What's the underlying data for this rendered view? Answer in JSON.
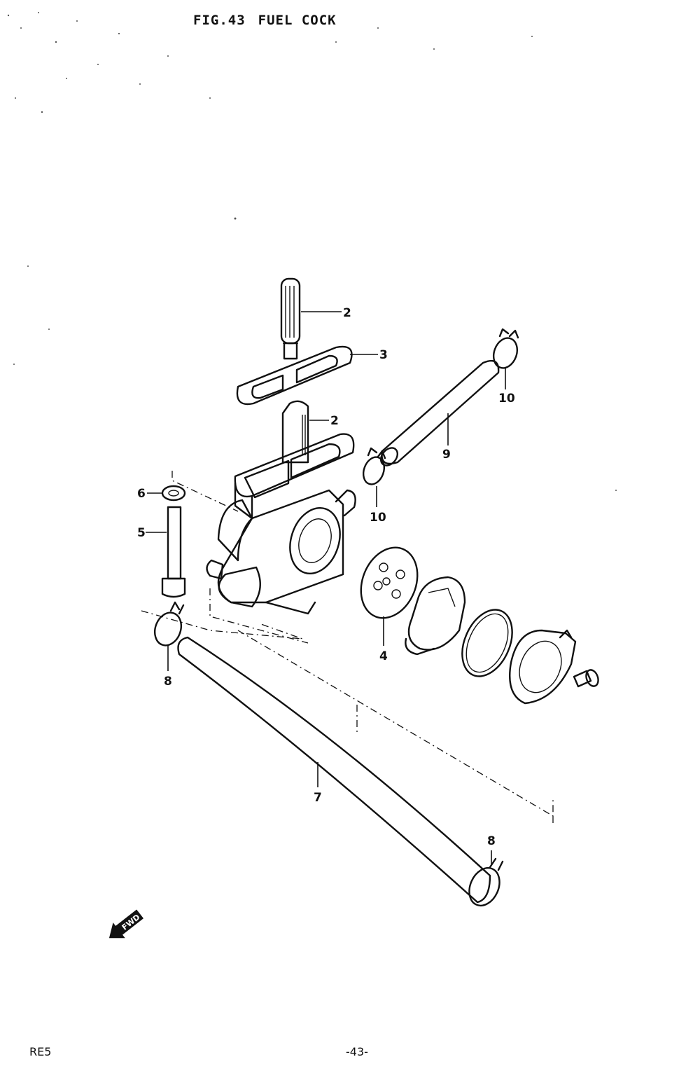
{
  "header": {
    "fig_label": "FIG.43",
    "title": "FUEL COCK"
  },
  "footer": {
    "model_code": "RE5",
    "page_number": "-43-"
  },
  "callouts": [
    {
      "id": "c2a",
      "label": "2"
    },
    {
      "id": "c3",
      "label": "3"
    },
    {
      "id": "c2b",
      "label": "2"
    },
    {
      "id": "c10a",
      "label": "10"
    },
    {
      "id": "c9",
      "label": "9"
    },
    {
      "id": "c10b",
      "label": "10"
    },
    {
      "id": "c6",
      "label": "6"
    },
    {
      "id": "c5",
      "label": "5"
    },
    {
      "id": "c4",
      "label": "4"
    },
    {
      "id": "c8a",
      "label": "8"
    },
    {
      "id": "c7",
      "label": "7"
    },
    {
      "id": "c8b",
      "label": "8"
    }
  ],
  "fwd_marker": {
    "label": "FWD"
  }
}
